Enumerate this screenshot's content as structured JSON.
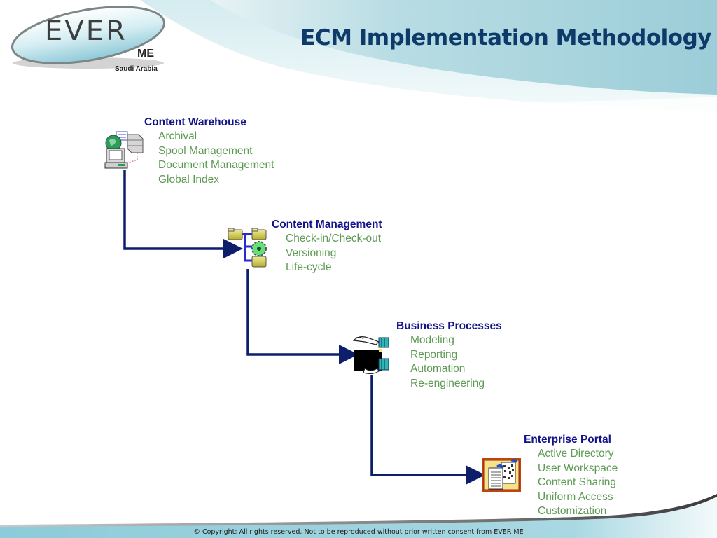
{
  "header": {
    "title": "ECM Implementation Methodology",
    "logo": {
      "brand": "EVER",
      "suffix": "ME",
      "region": "Saudi Arabia"
    }
  },
  "colors": {
    "title": "#0e3a6a",
    "stage_title": "#12128a",
    "stage_item": "#5d9a53",
    "connector": "#0d1f6b",
    "header_band": "#a8d4dc",
    "footer_band": "#7fc0d0"
  },
  "stages": [
    {
      "title": "Content Warehouse",
      "icon": "network-computer-icon",
      "items": [
        "Archival",
        "Spool Management",
        "Document Management",
        "Global Index"
      ]
    },
    {
      "title": "Content Management",
      "icon": "folder-gear-tree-icon",
      "items": [
        "Check-in/Check-out",
        "Versioning",
        "Life-cycle"
      ]
    },
    {
      "title": "Business Processes",
      "icon": "handshake-process-icon",
      "items": [
        "Modeling",
        "Reporting",
        "Automation",
        "Re-engineering"
      ]
    },
    {
      "title": "Enterprise Portal",
      "icon": "portal-documents-icon",
      "items": [
        "Active Directory",
        "User Workspace",
        "Content Sharing",
        "Uniform Access",
        "Customization"
      ]
    }
  ],
  "footer": {
    "copyright": "© Copyright: All rights reserved. Not to be reproduced without prior written consent from EVER ME"
  }
}
